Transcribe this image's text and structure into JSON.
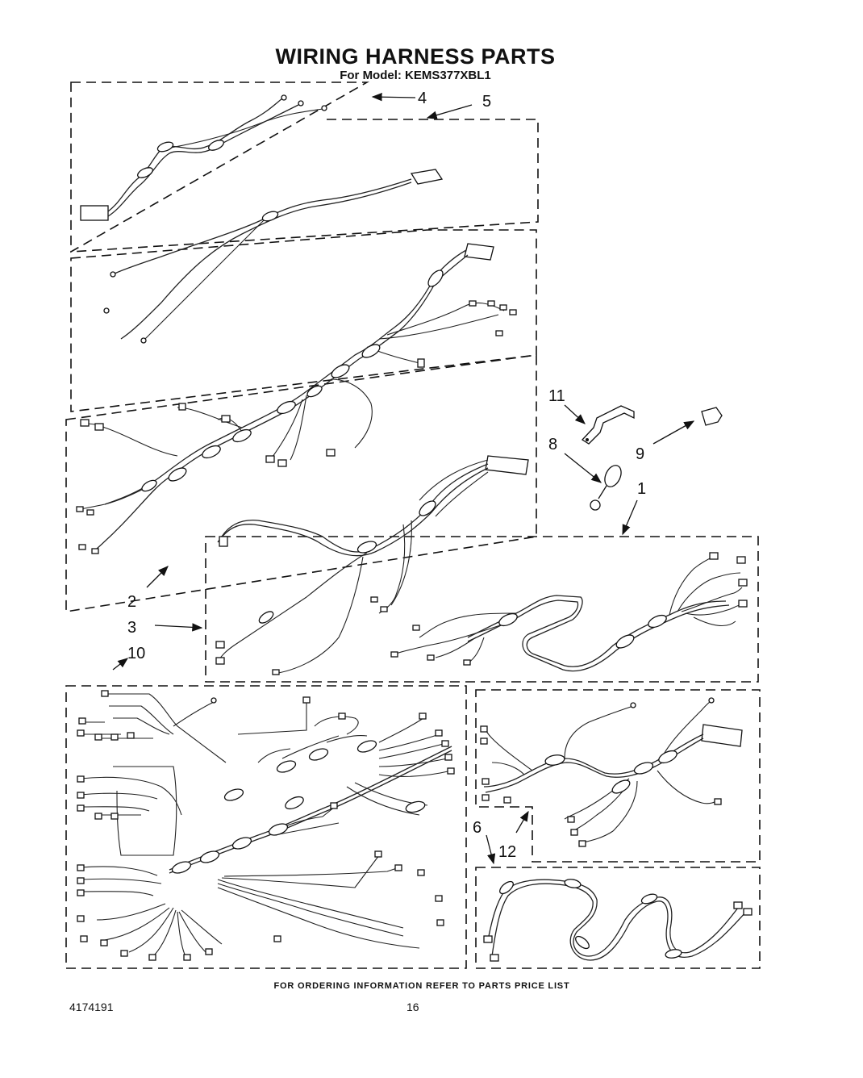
{
  "header": {
    "title": "WIRING HARNESS PARTS",
    "subtitle": "For Model: KEMS377XBL1"
  },
  "callouts": {
    "c1": "1",
    "c2": "2",
    "c3": "3",
    "c4": "4",
    "c5": "5",
    "c6": "6",
    "c8": "8",
    "c9": "9",
    "c10": "10",
    "c11": "11",
    "c12": "12"
  },
  "footer": {
    "ordering_note": "FOR ORDERING INFORMATION REFER TO PARTS PRICE LIST",
    "document_number": "4174191",
    "page_number": "16"
  }
}
